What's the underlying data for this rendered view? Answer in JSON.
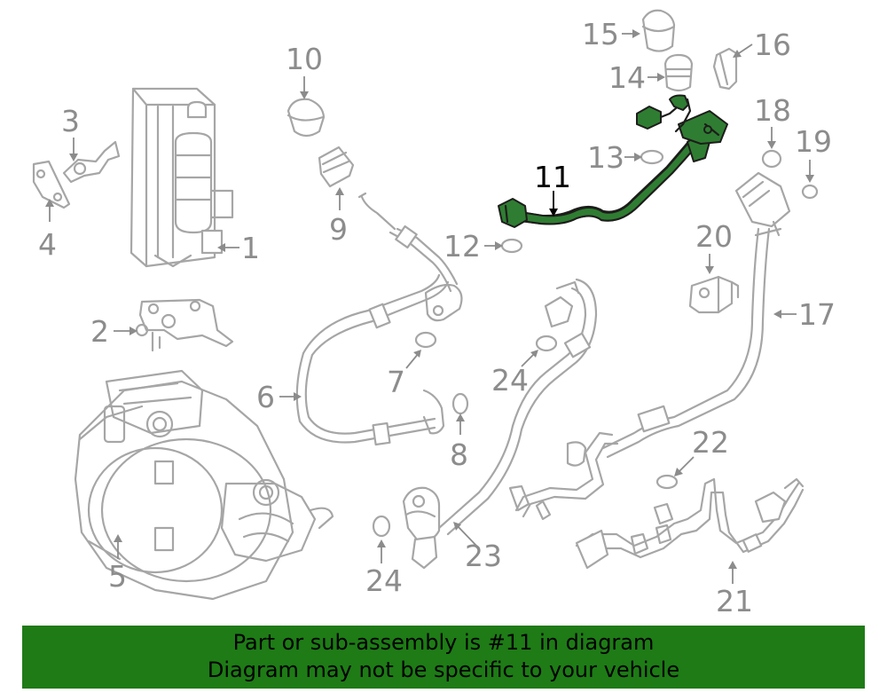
{
  "banner": {
    "line1": "Part or sub-assembly is #11 in diagram",
    "line2": "Diagram may not be specific to your vehicle"
  },
  "colors": {
    "banner_bg": "#1e7b16",
    "highlight": "#2f7d32",
    "line_art": "#a6a6a6",
    "label": "#8c8c8c",
    "active_label": "#000000"
  },
  "highlighted_part": "11",
  "callouts": [
    "1",
    "2",
    "3",
    "4",
    "5",
    "6",
    "7",
    "8",
    "9",
    "10",
    "11",
    "12",
    "13",
    "14",
    "15",
    "16",
    "17",
    "18",
    "19",
    "20",
    "21",
    "22",
    "23",
    "24",
    "24"
  ]
}
